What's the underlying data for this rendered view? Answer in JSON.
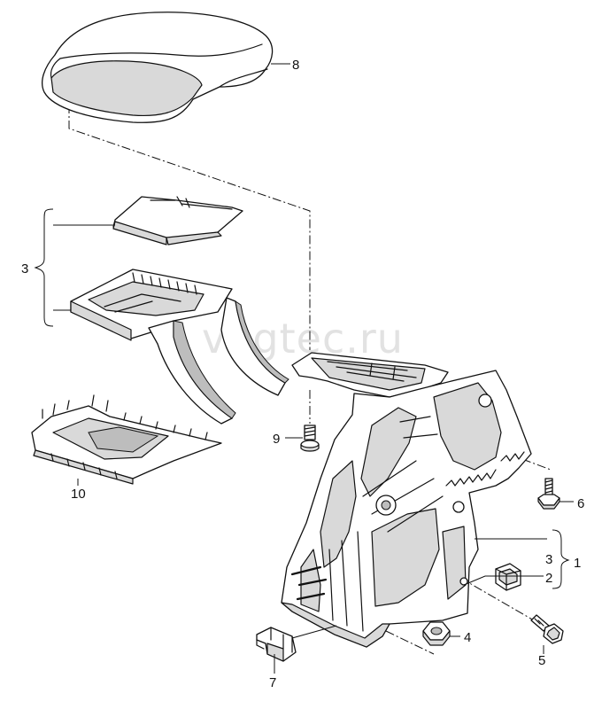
{
  "watermark": "vagtec.ru",
  "callouts": {
    "c1": "1",
    "c2": "2",
    "c3_right": "3",
    "c3_left": "3",
    "c4": "4",
    "c5": "5",
    "c6": "6",
    "c7": "7",
    "c8": "8",
    "c9": "9",
    "c10": "10"
  }
}
